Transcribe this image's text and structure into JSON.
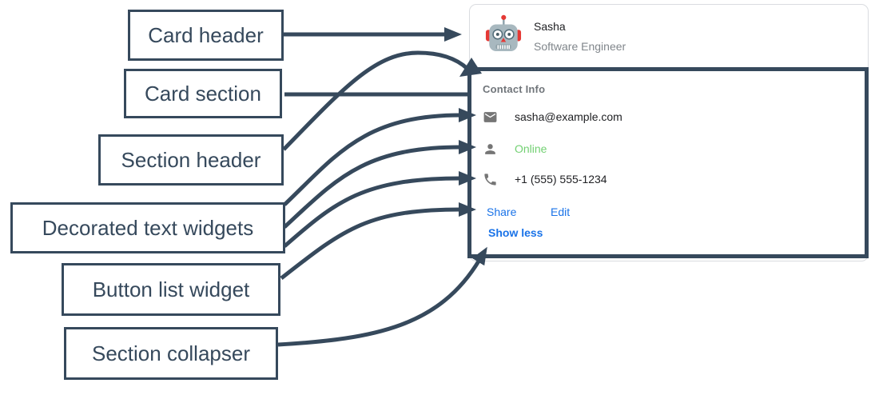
{
  "diagram": {
    "arrow_color": "#36495C",
    "labels": [
      {
        "id": "card-header",
        "text": "Card header"
      },
      {
        "id": "card-section",
        "text": "Card section"
      },
      {
        "id": "section-header",
        "text": "Section header"
      },
      {
        "id": "decorated-text",
        "text": "Decorated text widgets"
      },
      {
        "id": "button-list",
        "text": "Button list widget"
      },
      {
        "id": "section-collapser",
        "text": "Section collapser"
      }
    ]
  },
  "card": {
    "header": {
      "avatar_icon": "robot-avatar",
      "title": "Sasha",
      "subtitle": "Software Engineer"
    },
    "section": {
      "title": "Contact Info",
      "decorated_rows": [
        {
          "icon": "email-icon",
          "text": "sasha@example.com",
          "text_color": "#202124"
        },
        {
          "icon": "person-icon",
          "text": "Online",
          "text_color": "#72D072"
        },
        {
          "icon": "phone-icon",
          "text": "+1 (555) 555-1234",
          "text_color": "#202124"
        }
      ],
      "buttons": [
        {
          "label": "Share"
        },
        {
          "label": "Edit"
        }
      ],
      "collapser_label": "Show less",
      "button_color": "#1A73E8",
      "status_color": "#72D072"
    }
  }
}
